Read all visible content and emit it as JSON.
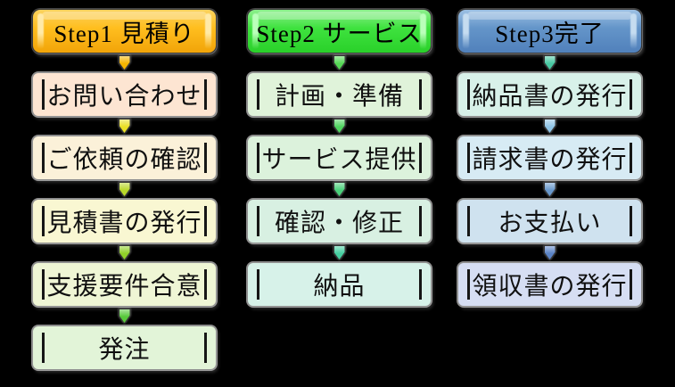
{
  "diagram": {
    "background": "#000000",
    "columns": [
      {
        "header": {
          "label": "Step1 見積り",
          "top": "#fbd35e",
          "main": "#ffbe1f",
          "bottom": "#f2a60a",
          "stripe": "#ffeaa8"
        },
        "steps": [
          {
            "label": "お問い合わせ",
            "fill": "#fde5d2"
          },
          {
            "label": "ご依頼の確認",
            "fill": "#fbf1d9"
          },
          {
            "label": "見積書の発行",
            "fill": "#f9f7d2"
          },
          {
            "label": "支援要件合意",
            "fill": "#eff6d5"
          },
          {
            "label": "発注",
            "fill": "#e2f4d8"
          }
        ],
        "arrows": [
          "#f5b500",
          "#e9df25",
          "#b9d82a",
          "#90d028",
          "#57c93a"
        ]
      },
      {
        "header": {
          "label": "Step2 サービス",
          "top": "#8df08d",
          "main": "#3fe23f",
          "bottom": "#2bd22b",
          "stripe": "#baffba"
        },
        "steps": [
          {
            "label": "計画・準備",
            "fill": "#e0f3da"
          },
          {
            "label": "サービス提供",
            "fill": "#dcf2dc"
          },
          {
            "label": "確認・修正",
            "fill": "#d8f0e2"
          },
          {
            "label": "納品",
            "fill": "#d7f2e9"
          }
        ],
        "arrows": [
          "#55d855",
          "#4fd45f",
          "#4ad07a",
          "#45cfa0"
        ]
      },
      {
        "header": {
          "label": "Step3完了",
          "top": "#9cc0e4",
          "main": "#6495c9",
          "bottom": "#5282bc",
          "stripe": "#c5dcf0"
        },
        "steps": [
          {
            "label": "納品書の発行",
            "fill": "#d8f1e9"
          },
          {
            "label": "請求書の発行",
            "fill": "#d7ebf4"
          },
          {
            "label": "お支払い",
            "fill": "#cfe2ef"
          },
          {
            "label": "領収書の発行",
            "fill": "#d6def3"
          }
        ],
        "arrows": [
          "#48c8a2",
          "#8fc4e6",
          "#6898cc",
          "#5a83c6"
        ]
      }
    ]
  }
}
